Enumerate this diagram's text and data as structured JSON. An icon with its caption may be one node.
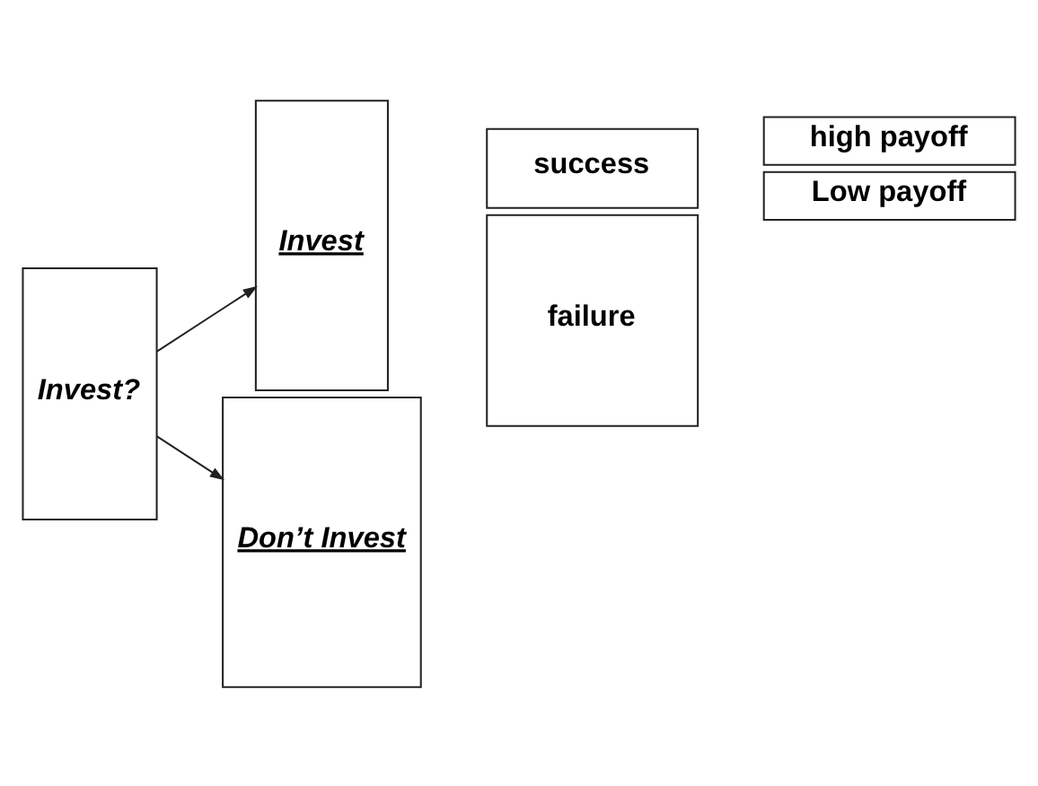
{
  "diagram": {
    "nodes": [
      {
        "text": [
          "Invest?"
        ]
      },
      {
        "text": [
          "Invest"
        ]
      },
      {
        "text": [
          "Don’t Invest"
        ]
      },
      {
        "text": [
          "success"
        ]
      },
      {
        "text": [
          "failure"
        ]
      },
      {
        "text": [
          "high payoff"
        ]
      },
      {
        "text": [
          "Low payoff"
        ]
      }
    ],
    "edges": [
      {
        "from": 0,
        "to": 1,
        "arrow": "to"
      },
      {
        "from": 0,
        "to": 2,
        "arrow": "to"
      }
    ]
  }
}
